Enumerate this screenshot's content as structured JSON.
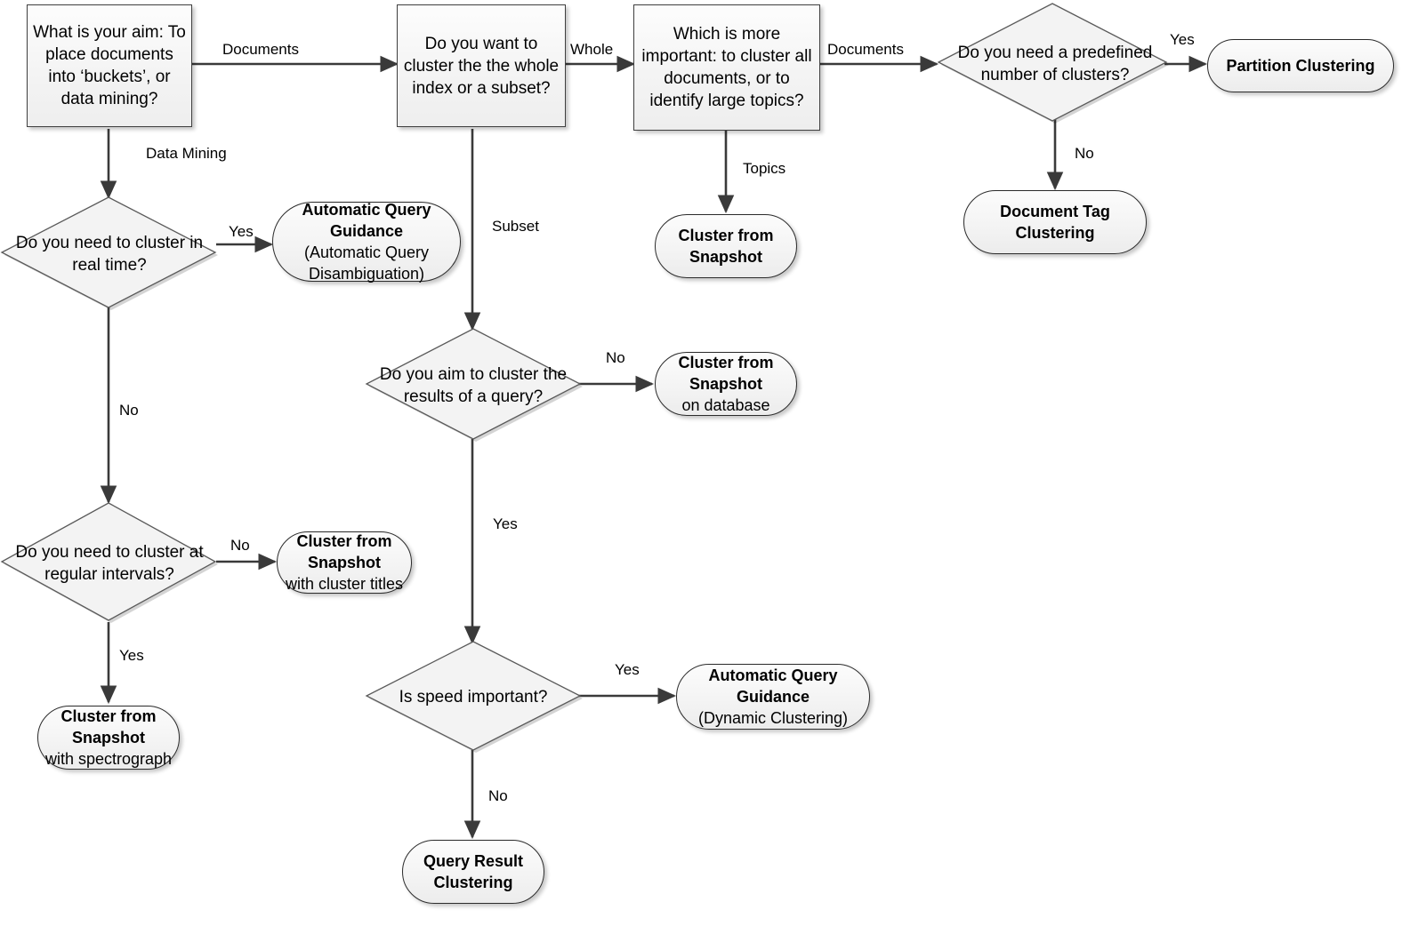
{
  "diagram": {
    "title": "Clustering decision flowchart",
    "colors": {
      "shape_fill": "#f2f2f2",
      "shape_stroke": "#3f3f3f",
      "line": "#404040",
      "text": "#000000",
      "background": "#ffffff"
    }
  },
  "nodes": {
    "aim": {
      "type": "process",
      "text": "What is your aim: To place documents into ‘buckets’, or data mining?"
    },
    "scope": {
      "type": "process",
      "text": "Do you want to cluster the the whole index or a subset?"
    },
    "importance": {
      "type": "process",
      "text": "Which is more important: to cluster all documents, or to identify large topics?"
    },
    "predefined": {
      "type": "decision",
      "text": "Do you need a predefined number of clusters?"
    },
    "partition_clustering": {
      "type": "terminator",
      "line1": "Partition Clustering"
    },
    "document_tag_clustering": {
      "type": "terminator",
      "line1": "Document Tag",
      "line2": "Clustering"
    },
    "cluster_snapshot_topics": {
      "type": "terminator",
      "line1": "Cluster from",
      "line2": "Snapshot"
    },
    "realtime": {
      "type": "decision",
      "text": "Do you need to cluster in real time?"
    },
    "aqg_disambiguation": {
      "type": "terminator",
      "line1": "Automatic Query",
      "line2": "Guidance",
      "line3": "(Automatic Query",
      "line4": "Disambiguation)"
    },
    "regular_intervals": {
      "type": "decision",
      "text": "Do you need to cluster at regular intervals?"
    },
    "cluster_snapshot_titles": {
      "type": "terminator",
      "line1": "Cluster from",
      "line2": "Snapshot",
      "line3": "with cluster titles"
    },
    "cluster_snapshot_spectrograph": {
      "type": "terminator",
      "line1": "Cluster from",
      "line2": "Snapshot",
      "line3": "with spectrograph"
    },
    "query_results": {
      "type": "decision",
      "text": "Do you aim to cluster the results of a query?"
    },
    "cluster_snapshot_database": {
      "type": "terminator",
      "line1": "Cluster from",
      "line2": "Snapshot",
      "line3": "on database"
    },
    "speed": {
      "type": "decision",
      "text": "Is speed important?"
    },
    "aqg_dynamic": {
      "type": "terminator",
      "line1": "Automatic Query",
      "line2": "Guidance",
      "line3": "(Dynamic Clustering)"
    },
    "query_result_clustering": {
      "type": "terminator",
      "line1": "Query Result",
      "line2": "Clustering"
    }
  },
  "edges": [
    {
      "id": "aim-to-scope",
      "label": "Documents",
      "from": "aim",
      "to": "scope"
    },
    {
      "id": "aim-to-realtime",
      "label": "Data Mining",
      "from": "aim",
      "to": "realtime"
    },
    {
      "id": "scope-to-importance",
      "label": "Whole",
      "from": "scope",
      "to": "importance"
    },
    {
      "id": "scope-to-query-results",
      "label": "Subset",
      "from": "scope",
      "to": "query_results"
    },
    {
      "id": "importance-to-predefined",
      "label": "Documents",
      "from": "importance",
      "to": "predefined"
    },
    {
      "id": "importance-to-snapshot",
      "label": "Topics",
      "from": "importance",
      "to": "cluster_snapshot_topics"
    },
    {
      "id": "predefined-to-partition",
      "label": "Yes",
      "from": "predefined",
      "to": "partition_clustering"
    },
    {
      "id": "predefined-to-doctag",
      "label": "No",
      "from": "predefined",
      "to": "document_tag_clustering"
    },
    {
      "id": "realtime-to-aqg",
      "label": "Yes",
      "from": "realtime",
      "to": "aqg_disambiguation"
    },
    {
      "id": "realtime-to-intervals",
      "label": "No",
      "from": "realtime",
      "to": "regular_intervals"
    },
    {
      "id": "intervals-to-titles",
      "label": "No",
      "from": "regular_intervals",
      "to": "cluster_snapshot_titles"
    },
    {
      "id": "intervals-to-spectrograph",
      "label": "Yes",
      "from": "regular_intervals",
      "to": "cluster_snapshot_spectrograph"
    },
    {
      "id": "queryresults-to-database",
      "label": "No",
      "from": "query_results",
      "to": "cluster_snapshot_database"
    },
    {
      "id": "queryresults-to-speed",
      "label": "Yes",
      "from": "query_results",
      "to": "speed"
    },
    {
      "id": "speed-to-aqgdynamic",
      "label": "Yes",
      "from": "speed",
      "to": "aqg_dynamic"
    },
    {
      "id": "speed-to-queryresult",
      "label": "No",
      "from": "speed",
      "to": "query_result_clustering"
    }
  ]
}
